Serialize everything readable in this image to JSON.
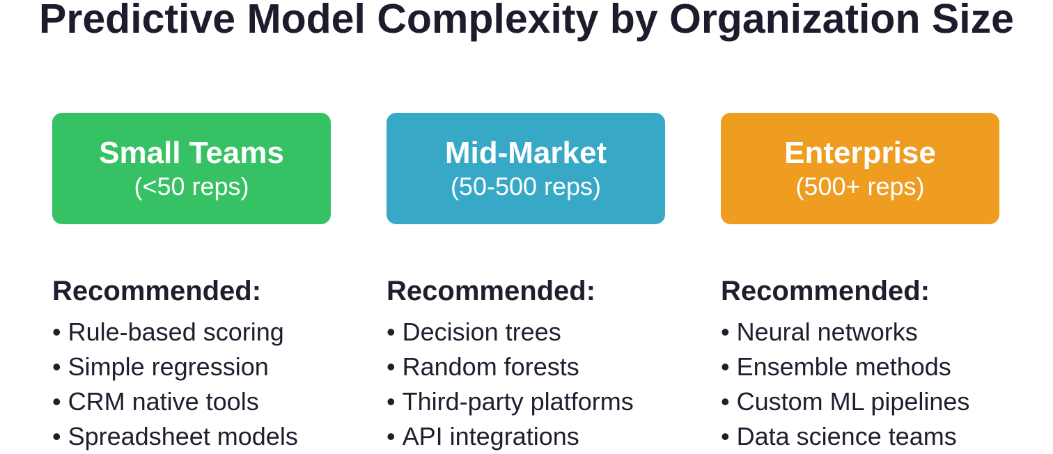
{
  "title": "Predictive Model Complexity by Organization Size",
  "columns": [
    {
      "name": "Small Teams",
      "subtitle": "(<50 reps)",
      "color": "#36c264",
      "heading": "Recommended:",
      "items": [
        "Rule-based scoring",
        "Simple regression",
        "CRM native tools",
        "Spreadsheet models"
      ]
    },
    {
      "name": "Mid-Market",
      "subtitle": "(50-500 reps)",
      "color": "#37a8c6",
      "heading": "Recommended:",
      "items": [
        "Decision trees",
        "Random forests",
        "Third-party platforms",
        "API integrations"
      ]
    },
    {
      "name": "Enterprise",
      "subtitle": "(500+ reps)",
      "color": "#ee9d20",
      "heading": "Recommended:",
      "items": [
        "Neural networks",
        "Ensemble methods",
        "Custom ML pipelines",
        "Data science teams"
      ]
    }
  ]
}
